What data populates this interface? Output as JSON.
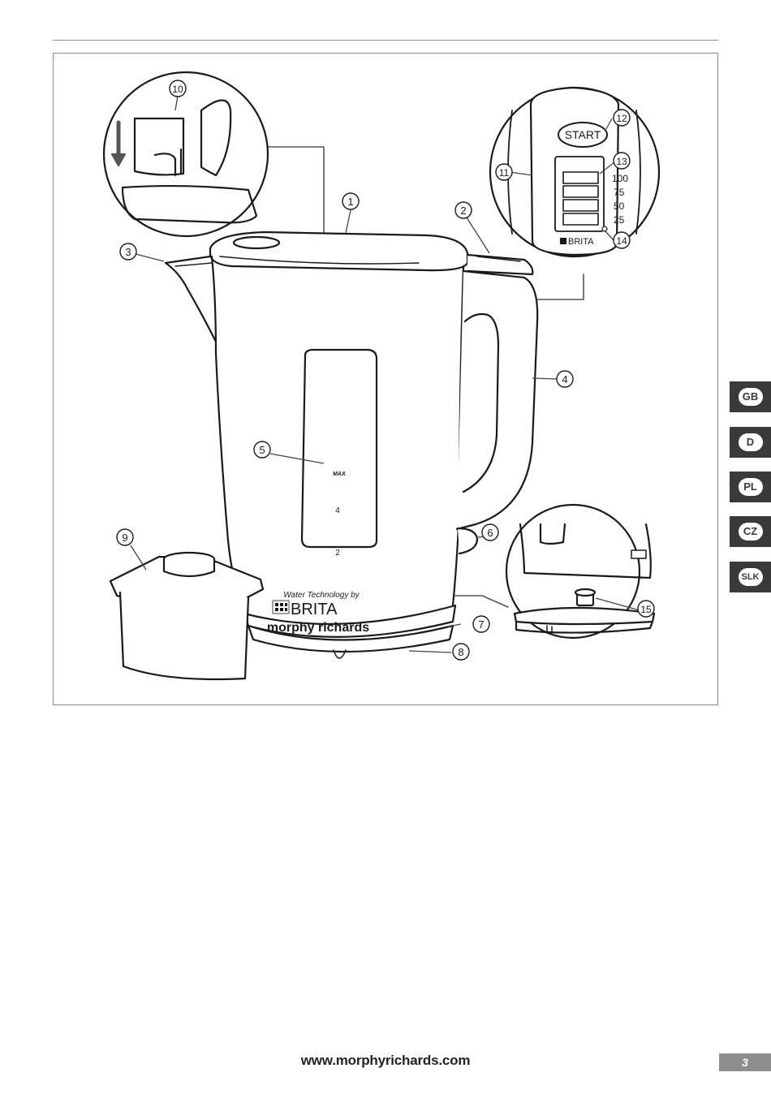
{
  "callouts": [
    "1",
    "2",
    "3",
    "4",
    "5",
    "6",
    "7",
    "8",
    "9",
    "10",
    "11",
    "12",
    "13",
    "14",
    "15"
  ],
  "kettle": {
    "window_labels": [
      "MAX",
      "4",
      "2"
    ],
    "branding_line": "Water Technology by",
    "brita_logo": "BRITA",
    "maker_logo": "morphy richards"
  },
  "panel_detail": {
    "start_label": "START",
    "levels": [
      "100",
      "75",
      "50",
      "25"
    ],
    "brita_logo": "BRITA"
  },
  "languages": [
    "GB",
    "D",
    "PL",
    "CZ",
    "SLK"
  ],
  "footer": {
    "url": "www.morphyrichards.com",
    "page_number": "3"
  },
  "colors": {
    "tab_bg": "#3a3a3a",
    "page_number_bg": "#8e8e8e",
    "frame_border": "#8a8a8a",
    "line_art": "#1a1a1a"
  }
}
